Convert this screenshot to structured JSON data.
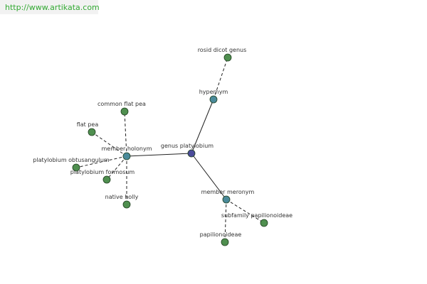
{
  "watermark": {
    "url": "http://www.artikata.com"
  },
  "graph": {
    "colors": {
      "center": "#4b4b9a",
      "relation": "#4a8a9a",
      "leaf": "#4f8f4f",
      "edge": "#222222"
    },
    "nodes": {
      "genus_platylobium": {
        "label": "genus platylobium",
        "kind": "center"
      },
      "hypernym": {
        "label": "hypernym",
        "kind": "relation"
      },
      "rosid_dicot_genus": {
        "label": "rosid dicot genus",
        "kind": "leaf"
      },
      "member_holonym": {
        "label": "member holonym",
        "kind": "relation"
      },
      "common_flat_pea": {
        "label": "common flat pea",
        "kind": "leaf"
      },
      "flat_pea": {
        "label": "flat pea",
        "kind": "leaf"
      },
      "platylobium_obtusangulum": {
        "label": "platylobium obtusangulum",
        "kind": "leaf"
      },
      "platylobium_formosum": {
        "label": "platylobium formosum",
        "kind": "leaf"
      },
      "native_holly": {
        "label": "native holly",
        "kind": "leaf"
      },
      "member_meronym": {
        "label": "member meronym",
        "kind": "relation"
      },
      "subfamily_papilionoideae": {
        "label": "subfamily papilionoideae",
        "kind": "leaf"
      },
      "papilionoideae": {
        "label": "papilionoideae",
        "kind": "leaf"
      }
    }
  }
}
